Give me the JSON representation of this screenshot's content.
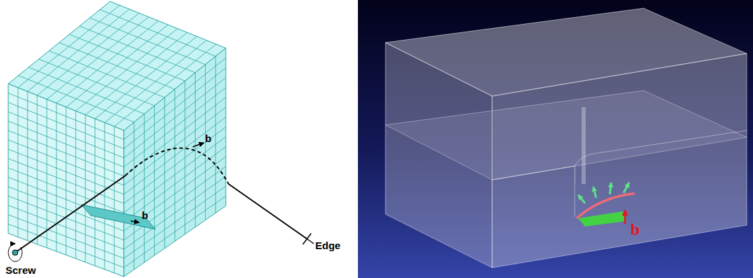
{
  "diagram": {
    "labels": [
      "b",
      "b",
      "Screw",
      "Edge",
      "b"
    ]
  }
}
